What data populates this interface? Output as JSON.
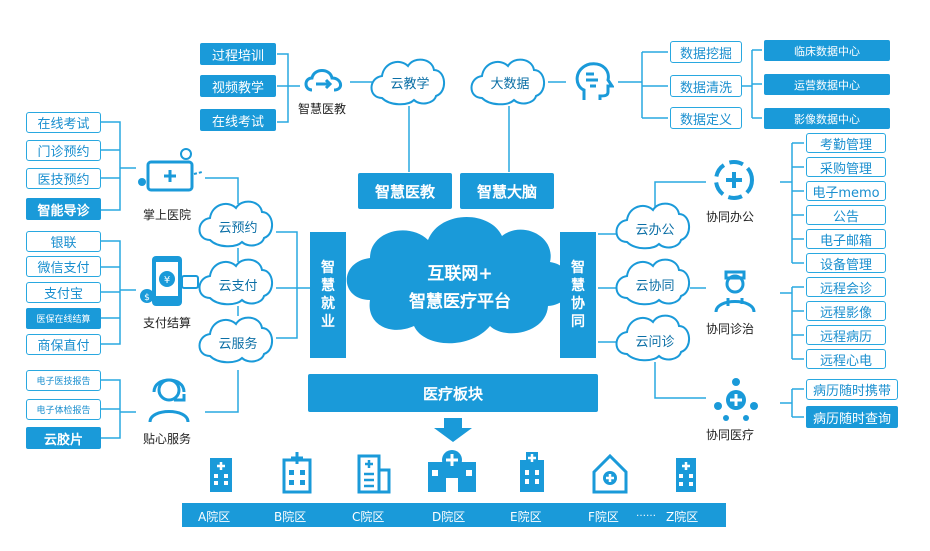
{
  "colors": {
    "primary": "#1a9ad9",
    "accent": "#29a8e0",
    "text": "#1a8fcf"
  },
  "top_left": {
    "items": [
      "过程培训",
      "视频教学",
      "在线考试"
    ],
    "hub_label": "智慧医教",
    "cloud": "云教学"
  },
  "top_right": {
    "cloud": "大数据",
    "items": [
      "数据挖掘",
      "数据清洗",
      "数据定义"
    ],
    "centers": [
      "临床数据中心",
      "运营数据中心",
      "影像数据中心"
    ]
  },
  "top_bars": {
    "edu": "智慧医教",
    "brain": "智慧大脑"
  },
  "left": {
    "mobile": {
      "items": [
        "在线考试",
        "门诊预约",
        "医技预约",
        "智能导诊"
      ],
      "label": "掌上医院",
      "cloud": "云预约"
    },
    "pay": {
      "items": [
        "银联",
        "微信支付",
        "支付宝",
        "医保在线结算",
        "商保直付"
      ],
      "label": "支付结算",
      "cloud": "云支付"
    },
    "service": {
      "items": [
        "电子医技报告",
        "电子体检报告",
        "云胶片"
      ],
      "label": "贴心服务",
      "cloud": "云服务"
    },
    "vertical": "智慧就业"
  },
  "center": {
    "line1": "互联网+",
    "line2": "智慧医疗平台"
  },
  "right": {
    "vertical": "智慧协同",
    "office": {
      "cloud": "云办公",
      "label": "协同办公",
      "items": [
        "考勤管理",
        "采购管理",
        "电子memo",
        "公告",
        "电子邮箱",
        "设备管理"
      ]
    },
    "diag": {
      "cloud": "云协同",
      "label": "协同诊治",
      "items": [
        "远程会诊",
        "远程影像",
        "远程病历",
        "远程心电"
      ]
    },
    "medical": {
      "cloud": "云问诊",
      "label": "协同医疗",
      "items": [
        "病历随时携带",
        "病历随时查询"
      ]
    }
  },
  "bottom": {
    "module": "医疗板块",
    "ellipsis": "……",
    "campuses": [
      "A院区",
      "B院区",
      "C院区",
      "D院区",
      "E院区",
      "F院区",
      "Z院区"
    ]
  }
}
